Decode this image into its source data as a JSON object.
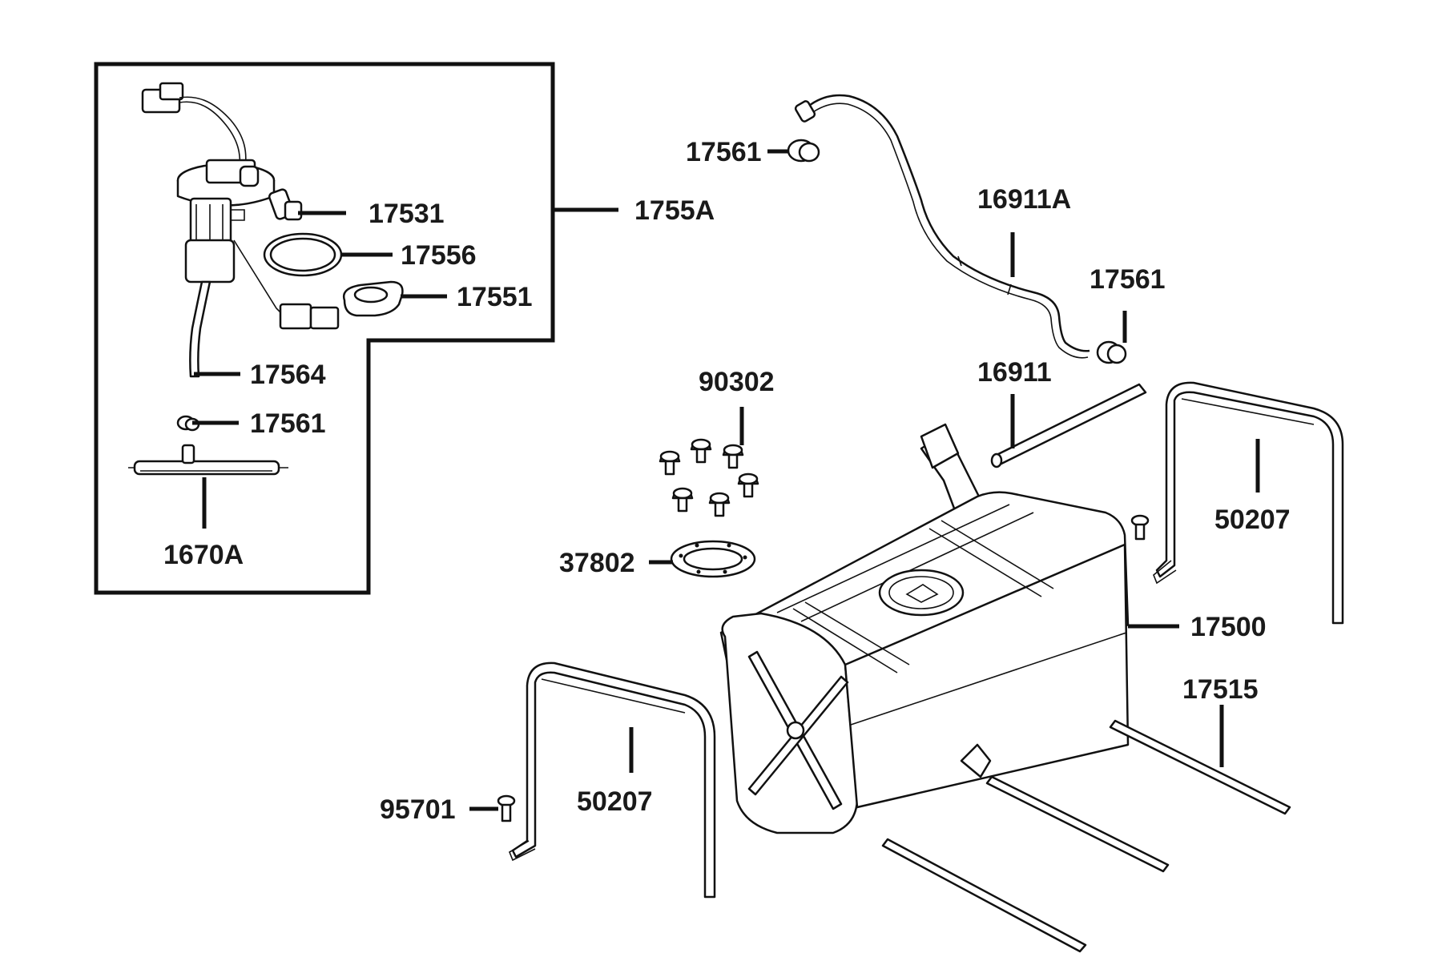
{
  "diagram": {
    "labels": {
      "assembly_1755A": "1755A",
      "fitting_17531": "17531",
      "seal_17556": "17556",
      "lockring_17551": "17551",
      "hose_17564": "17564",
      "clamp_17561_inbox": "17561",
      "filter_1670A": "1670A",
      "clamp_17561_top": "17561",
      "hose_16911A": "16911A",
      "clamp_17561_right": "17561",
      "bolts_90302": "90302",
      "tube_16911": "16911",
      "strap_50207_right": "50207",
      "gasket_37802": "37802",
      "tank_17500": "17500",
      "pad_17515": "17515",
      "bolt_95701": "95701",
      "strap_50207_left": "50207"
    }
  }
}
